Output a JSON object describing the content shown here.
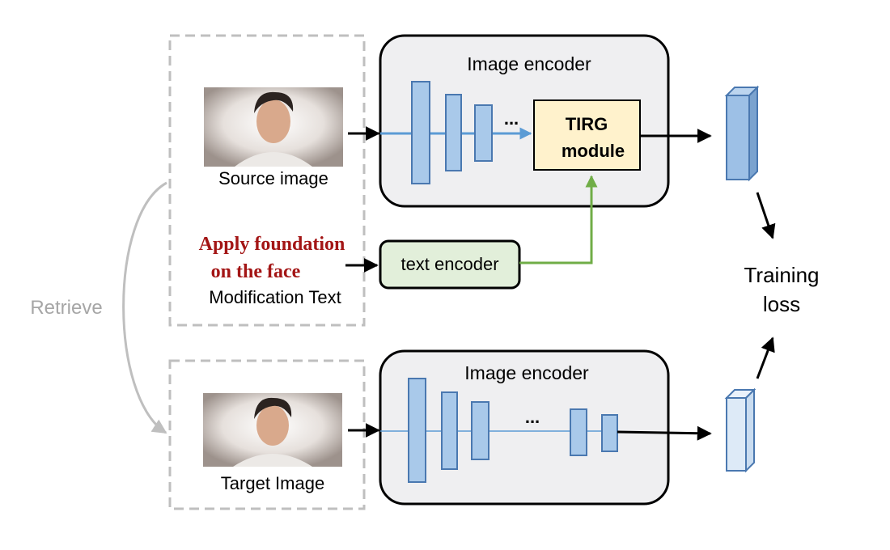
{
  "source": {
    "image_caption": "Source image",
    "mod_text_line1": "Apply foundation",
    "mod_text_line2": "on the face",
    "mod_text_caption": "Modification Text"
  },
  "target": {
    "image_caption": "Target Image"
  },
  "retrieve_label": "Retrieve",
  "top_encoder": {
    "title": "Image encoder",
    "ellipsis": "...",
    "tirg_line1": "TIRG",
    "tirg_line2": "module"
  },
  "text_encoder_label": "text encoder",
  "bottom_encoder": {
    "title": "Image encoder",
    "ellipsis": "..."
  },
  "loss_line1": "Training",
  "loss_line2": "loss",
  "colors": {
    "layer_fill": "#a9c9ea",
    "layer_stroke": "#4a78b0",
    "tirg_fill": "#fff2cc",
    "text_encoder_fill": "#e2efda",
    "encoder_bg": "#efeff1",
    "green_arrow": "#70ad47",
    "blue_arrow": "#5b9bd5",
    "mod_text_red": "#a31515",
    "retrieve_gray": "#a6a6a6"
  }
}
